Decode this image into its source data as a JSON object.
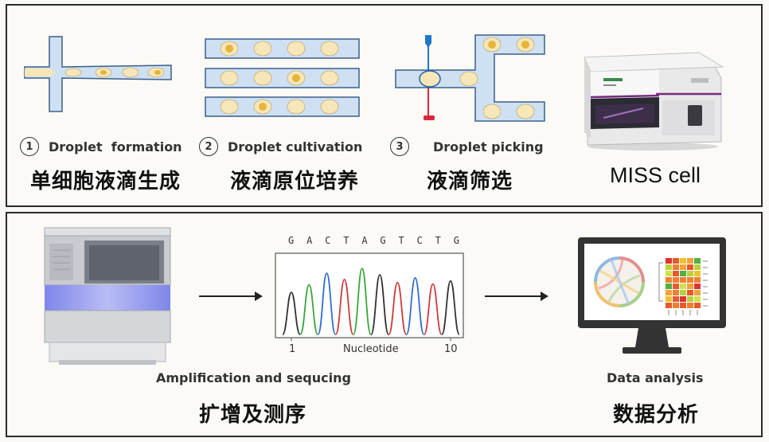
{
  "steps": [
    {
      "number": "1",
      "label": "Droplet  formation",
      "cn": "单细胞液滴生成"
    },
    {
      "number": "2",
      "label": "Droplet cultivation",
      "cn": "液滴原位培养"
    },
    {
      "number": "3",
      "label": "Droplet picking",
      "cn": "液滴筛选"
    }
  ],
  "instrument": {
    "name": "MISS cell"
  },
  "sequencing": {
    "bases": [
      "G",
      "A",
      "C",
      "T",
      "A",
      "G",
      "T",
      "C",
      "T",
      "G"
    ],
    "xlabel": "Nucleotide",
    "tick_start": "1",
    "tick_end": "10",
    "caption": "Amplification and sequcing",
    "cn": "扩增及测序"
  },
  "analysis": {
    "caption": "Data analysis",
    "cn": "数据分析"
  },
  "colors": {
    "channel_fill": "#cfe0f3",
    "channel_stroke": "#3a5f8a",
    "droplet": "#f6e6b8",
    "cell": "#e7b43a",
    "peak_black": "#333333",
    "peak_green": "#3aa83a",
    "peak_blue": "#2f6fd0",
    "peak_red": "#d23a3a",
    "pin_blue": "#1f78c8",
    "pin_red": "#d8283c"
  }
}
